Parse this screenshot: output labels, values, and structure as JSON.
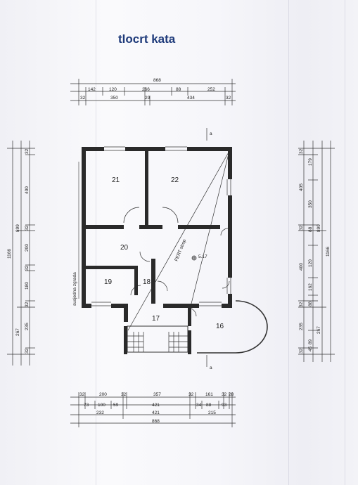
{
  "title": "tlocrt kata",
  "rooms": {
    "r21": "21",
    "r22": "22",
    "r20": "20",
    "r19": "19",
    "r18": "18",
    "r17": "17",
    "r16": "16"
  },
  "labels": {
    "neighbor": "susjedna zgrada",
    "section_mark": "a",
    "roof_note": "FERT strop",
    "height": "5.17"
  },
  "top_dims": {
    "total": "868",
    "row1": [
      "142",
      "120",
      "266",
      "88",
      "252"
    ],
    "row2": [
      "32",
      "350",
      "29",
      "434",
      "32"
    ]
  },
  "bottom_dims": {
    "row1": [
      "32",
      "200",
      "32",
      "357",
      "32",
      "161",
      "32",
      "28"
    ],
    "row2": [
      "73",
      "100",
      "59",
      "421",
      "34",
      "88",
      "93"
    ],
    "row3": [
      "232",
      "421",
      "215"
    ],
    "total": "868"
  },
  "left_dims": {
    "outer": "1166",
    "mid": "899",
    "mid2": "267",
    "inner": [
      "32",
      "400",
      "32",
      "200",
      "32",
      "180",
      "32",
      "235",
      "32"
    ]
  },
  "right_dims": {
    "outer": "1166",
    "mid": "899",
    "mid2": "267",
    "col_a": [
      "32",
      "405",
      "32",
      "400",
      "32",
      "235",
      "32"
    ],
    "col_b": [
      "179",
      "350",
      "120",
      "162",
      "89",
      "45"
    ],
    "col_c": [
      "88",
      "88"
    ]
  }
}
